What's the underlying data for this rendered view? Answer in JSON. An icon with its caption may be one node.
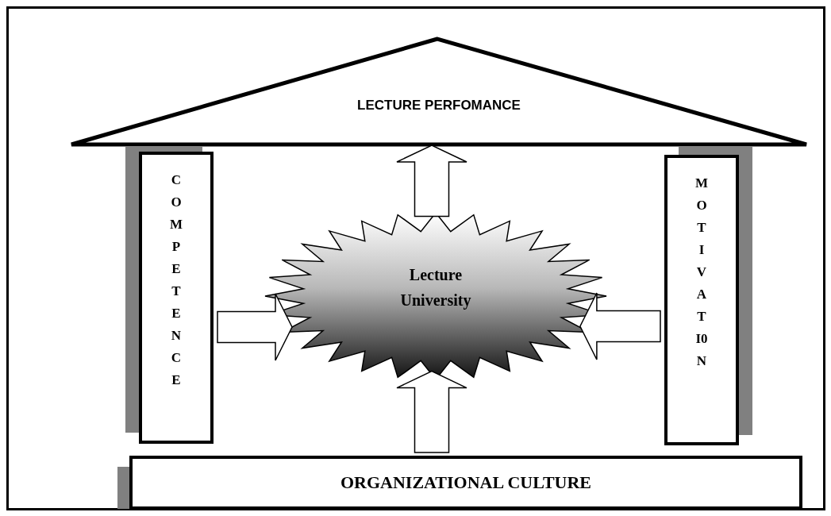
{
  "diagram": {
    "nodes": [
      {
        "text": [
          "LECTURE PERFOMANCE"
        ]
      },
      {
        "text": [
          "COMPETENCE"
        ]
      },
      {
        "text": [
          "Lecture University"
        ]
      },
      {
        "text": [
          "MOTIVATI0N"
        ]
      },
      {
        "text": [
          "ORGANIZATIONAL CULTURE"
        ]
      }
    ],
    "edges": [
      {
        "from": 2,
        "to": 0,
        "arrow": "to"
      },
      {
        "from": 1,
        "to": 2,
        "arrow": "to"
      },
      {
        "from": 3,
        "to": 2,
        "arrow": "to"
      },
      {
        "from": 4,
        "to": 2,
        "arrow": "to"
      }
    ]
  }
}
